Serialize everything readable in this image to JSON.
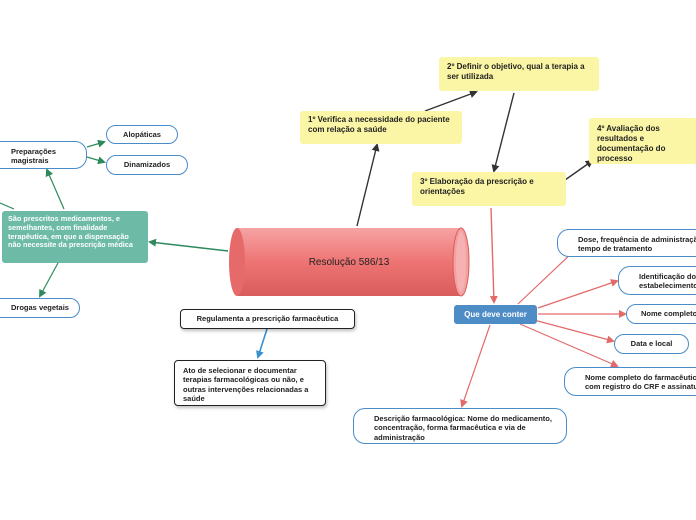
{
  "central": {
    "label": "Resolução 586/13"
  },
  "nodes": {
    "n1": "1º Verifica a necessidade do paciente com relação a saúde",
    "n2": "2º Definir o objetivo, qual a terapia a ser utilizada",
    "n3": "3º Elaboração da prescrição e orientações",
    "n4": "4º Avaliação dos resultados e documentação do processo",
    "conter": "Que deve conter",
    "dose": "Dose, frequência de administração e tempo de tratamento",
    "ident": "Identificação do estabelecimento",
    "nome_completo": "Nome completo",
    "data_local": "Data e local",
    "farmac": "Nome completo do farmacêutico com registro do CRF e assinatura",
    "descricao": "Descrição farmacológica: Nome do medicamento, concentração, forma farmacêutica e via de administração",
    "regulamenta": "Regulamenta a prescrição farmacêutica",
    "ato": "Ato de selecionar e documentar terapias farmacológicas ou não, e outras intervenções relacionadas a saúde",
    "prescritos": "São prescritos medicamentos, e semelhantes, com finalidade terapêutica, em que a dispensação não necessite da prescrição médica",
    "preparacoes": "Preparações magistrais",
    "alopaticas": "Alopáticas",
    "dinamizados": "Dinamizados",
    "drogas": "Drogas vegetais"
  },
  "colors": {
    "central_fill": "#f07d7d",
    "yellow": "#fbf6a5",
    "teal": "#6dbaa6",
    "blue": "#4e8cc6",
    "link_red": "#e46a6a",
    "link_green": "#2e8a5c",
    "link_dark": "#333333",
    "link_blue": "#3a8fd0"
  }
}
